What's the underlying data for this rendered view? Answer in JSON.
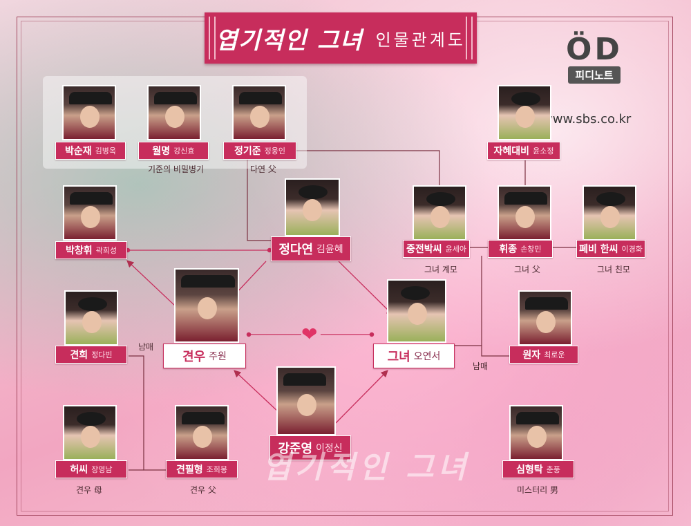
{
  "title": {
    "main": "엽기적인 그녀",
    "sub": "인물관계도"
  },
  "logo": {
    "glyph": "ÖD",
    "name": "피디노트",
    "url": "www.sbs.co.kr"
  },
  "watermark": "엽기적인 그녀",
  "colors": {
    "accent": "#c72d5c",
    "heart": "#e03466"
  },
  "characters": {
    "park_sunjae": {
      "name": "박순재",
      "actor": "김병옥"
    },
    "wolmyeong": {
      "name": "월명",
      "actor": "강신효"
    },
    "jeong_gijun": {
      "name": "정기준",
      "actor": "정웅인"
    },
    "jahye": {
      "name": "자혜대비",
      "actor": "윤소정"
    },
    "park_changhwi": {
      "name": "박창휘",
      "actor": "곽희성"
    },
    "jeong_dayeon": {
      "name": "정다연",
      "actor": "김윤혜"
    },
    "queen_park": {
      "name": "중전박씨",
      "actor": "윤세아"
    },
    "hwijong": {
      "name": "휘종",
      "actor": "손창민"
    },
    "deposed_han": {
      "name": "폐비 한씨",
      "actor": "이경화"
    },
    "gyeonhui": {
      "name": "견희",
      "actor": "정다빈"
    },
    "gyeonwoo": {
      "name": "견우",
      "actor": "주원"
    },
    "geunyeo": {
      "name": "그녀",
      "actor": "오연서"
    },
    "wonja": {
      "name": "원자",
      "actor": "최로운"
    },
    "heossi": {
      "name": "허씨",
      "actor": "장영남"
    },
    "gyeon_pilhyeong": {
      "name": "견필형",
      "actor": "조희봉"
    },
    "kang_junyeong": {
      "name": "강준영",
      "actor": "이정신"
    },
    "sim_hyeongtak": {
      "name": "심형탁",
      "actor": "춘풍"
    }
  },
  "notes": {
    "gijun_weapon": "기준의 비밀병기",
    "dayeon_father": "다연 父",
    "her_stepmother": "그녀 계모",
    "her_father": "그녀 父",
    "her_mother": "그녀 친모",
    "siblings_left": "남매",
    "siblings_right": "남매",
    "gyeonwoo_mother": "견우 母",
    "gyeonwoo_father": "견우 父",
    "mystery_man": "미스터리 男"
  }
}
